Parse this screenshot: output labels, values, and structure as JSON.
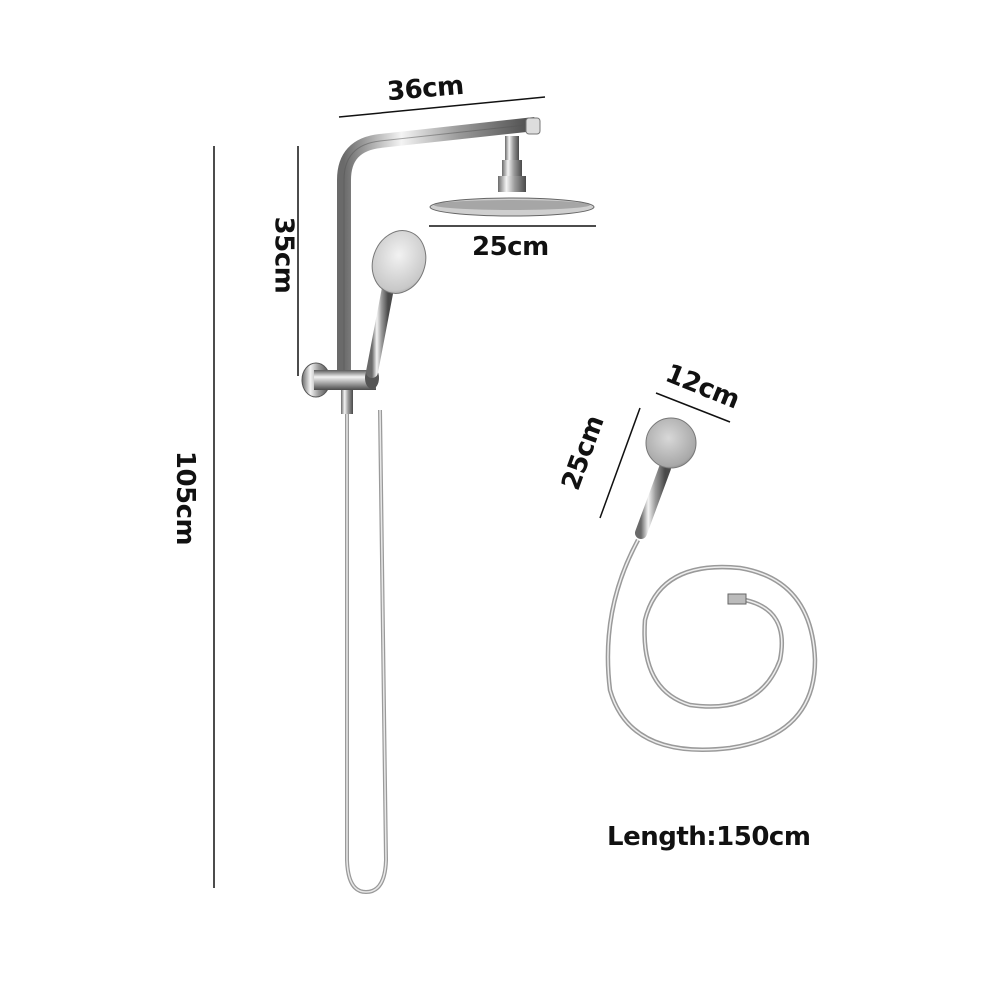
{
  "diagram": {
    "type": "product-dimensions",
    "subject": "shower set",
    "labels": {
      "rail_arm_width": "36cm",
      "rain_head_diameter": "25cm",
      "upper_rail_height": "35cm",
      "total_height": "105cm",
      "handheld_head_width": "12cm",
      "handheld_length": "25cm",
      "hose_length": "Length:150cm"
    },
    "colors": {
      "background": "#ffffff",
      "text": "#111111",
      "dimension_line": "#111111",
      "chrome_light": "#e8e8e8",
      "chrome_mid": "#b0b0b0",
      "chrome_dark": "#555555"
    }
  }
}
